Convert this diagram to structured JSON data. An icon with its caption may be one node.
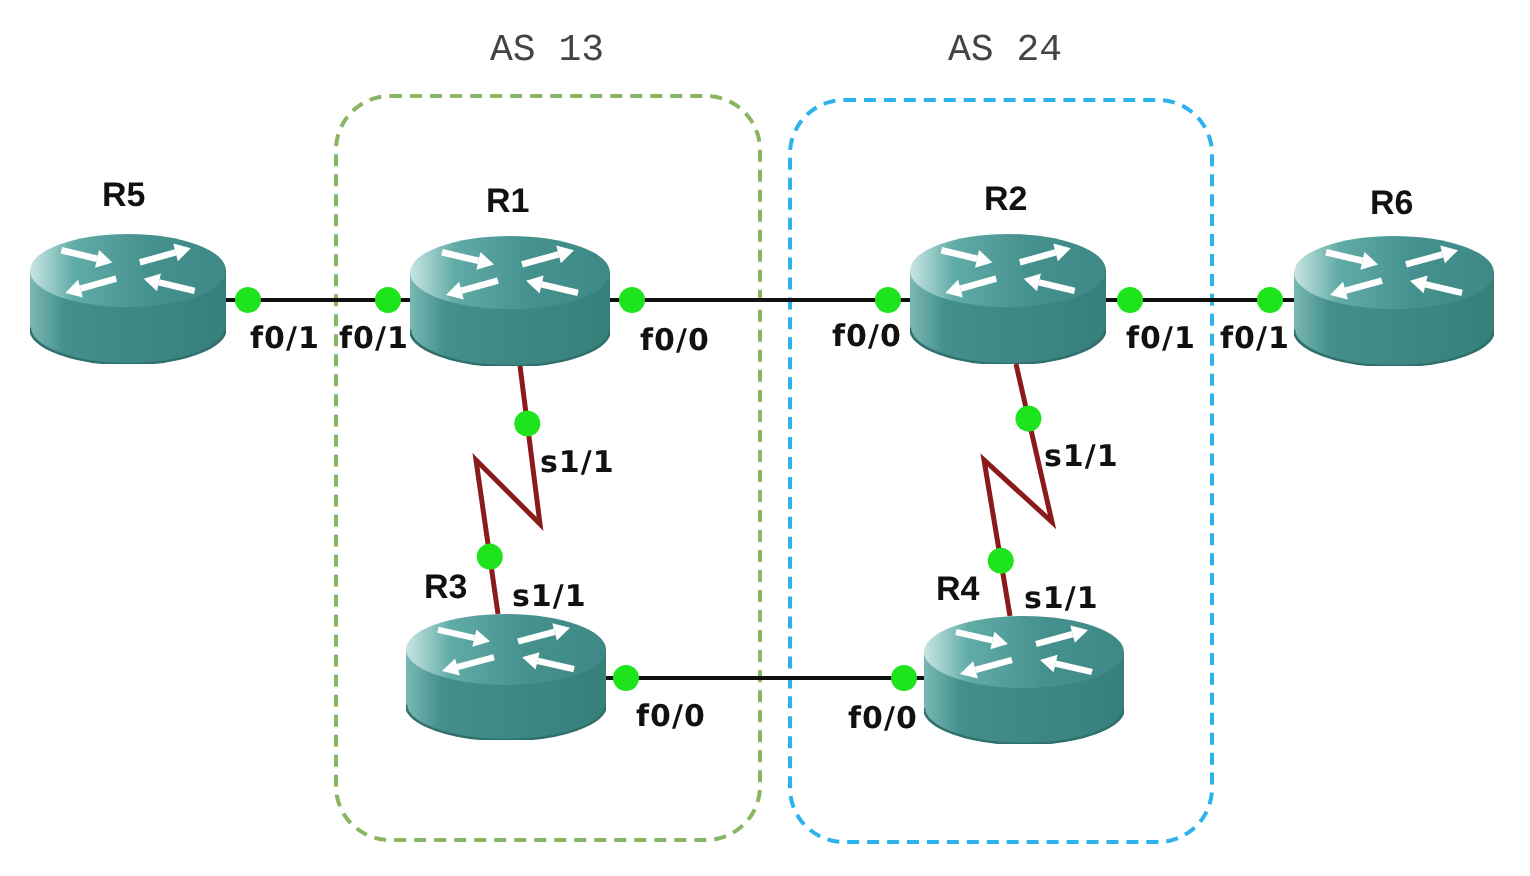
{
  "diagram": {
    "nodes": [
      {
        "text": [
          "AS 13"
        ]
      },
      {
        "text": [
          "AS 24"
        ]
      },
      {
        "text": [
          "R5"
        ],
        "beside": [
          "f0/1"
        ]
      },
      {
        "text": [
          "R1"
        ],
        "in": 0,
        "beside": [
          "f0/1",
          "f0/0",
          "s1/1"
        ]
      },
      {
        "text": [
          "R2"
        ],
        "in": 1,
        "beside": [
          "f0/0",
          "f0/1",
          "s1/1"
        ]
      },
      {
        "text": [
          "R6"
        ],
        "beside": [
          "f0/1"
        ]
      },
      {
        "text": [
          "R3"
        ],
        "in": 0,
        "beside": [
          "s1/1",
          "f0/0"
        ]
      },
      {
        "text": [
          "R4"
        ],
        "in": 1,
        "beside": [
          "s1/1",
          "f0/0"
        ]
      }
    ],
    "edges": [
      {
        "from": 2,
        "to": 3,
        "arrow": "other"
      },
      {
        "from": 3,
        "to": 4,
        "arrow": "other"
      },
      {
        "from": 4,
        "to": 5,
        "arrow": "other"
      },
      {
        "from": 3,
        "to": 6,
        "arrow": "other",
        "color": "#8b1a1a"
      },
      {
        "from": 4,
        "to": 7,
        "arrow": "other",
        "color": "#8b1a1a"
      },
      {
        "from": 6,
        "to": 7,
        "arrow": "other"
      }
    ]
  }
}
